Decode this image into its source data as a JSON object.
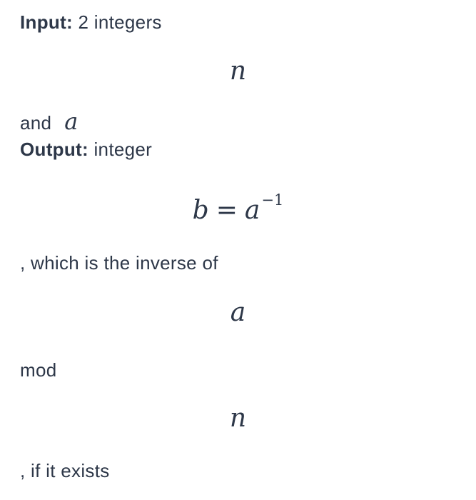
{
  "page": {
    "background_color": "#ffffff",
    "text_color": "#2d3748"
  },
  "content": {
    "input_label": "Input:",
    "input_text": " 2 integers",
    "math_n_first": "n",
    "and_text": "and",
    "inline_a": "a",
    "output_label": "Output:",
    "output_text": " integer",
    "equation": {
      "lhs": "b",
      "rel": "=",
      "base": "a",
      "sup": "−1"
    },
    "inverse_text": ", which is the inverse of",
    "math_a": "a",
    "mod_text": "mod",
    "math_n_second": "n",
    "exists_text": ", if it exists"
  }
}
